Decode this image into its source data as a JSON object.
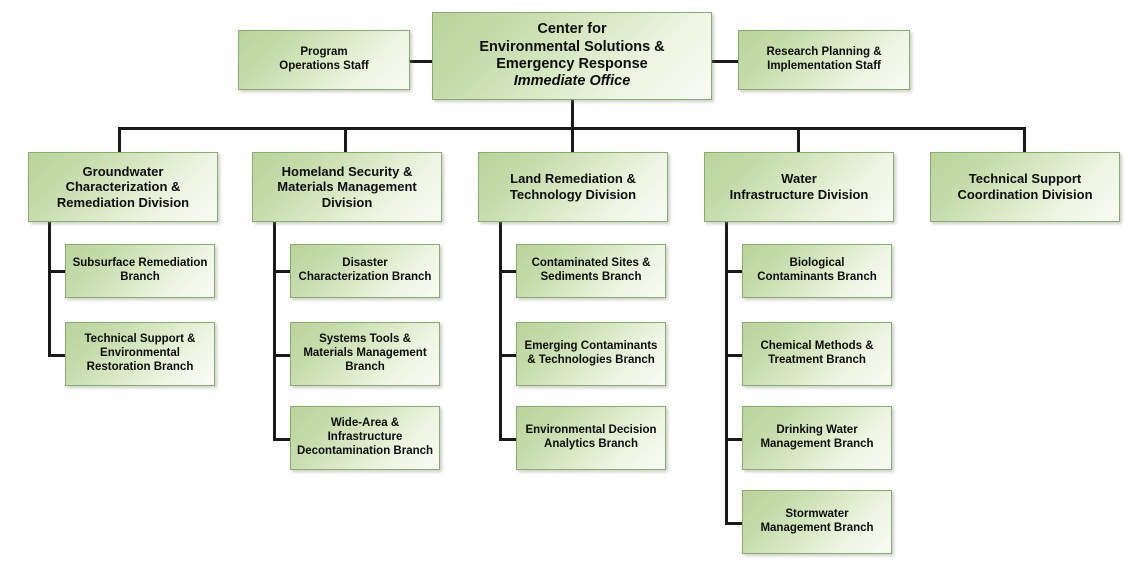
{
  "chart": {
    "kind": "organizational-chart",
    "colors": {
      "box_gradient_start": "#b9d49a",
      "box_gradient_end": "#f8fbf3",
      "box_border": "#8aab6e",
      "connector": "#1a1a1a",
      "text": "#0d0d0d",
      "background": "#ffffff"
    },
    "root": {
      "title_line1": "Center for",
      "title_line2": "Environmental Solutions &",
      "title_line3": "Emergency Response",
      "subtitle": "Immediate Office"
    },
    "staff": [
      {
        "label": "Program\nOperations Staff",
        "side": "left"
      },
      {
        "label": "Research Planning &\nImplementation Staff",
        "side": "right"
      }
    ],
    "divisions": [
      {
        "label": "Groundwater\nCharacterization &\nRemediation Division",
        "branches": [
          "Subsurface Remediation\nBranch",
          "Technical Support &\nEnvironmental\nRestoration Branch"
        ]
      },
      {
        "label": "Homeland  Security &\nMaterials Management\nDivision",
        "branches": [
          "Disaster\nCharacterization Branch",
          "Systems Tools &\nMaterials Management\nBranch",
          "Wide-Area &\nInfrastructure\nDecontamination Branch"
        ]
      },
      {
        "label": "Land Remediation &\nTechnology Division",
        "branches": [
          "Contaminated Sites &\nSediments Branch",
          "Emerging Contaminants\n& Technologies Branch",
          "Environmental Decision\nAnalytics Branch"
        ]
      },
      {
        "label": "Water\nInfrastructure Division",
        "branches": [
          "Biological\nContaminants Branch",
          "Chemical Methods &\nTreatment Branch",
          "Drinking Water\nManagement Branch",
          "Stormwater\nManagement Branch"
        ]
      },
      {
        "label": "Technical Support\nCoordination Division",
        "branches": []
      }
    ]
  }
}
